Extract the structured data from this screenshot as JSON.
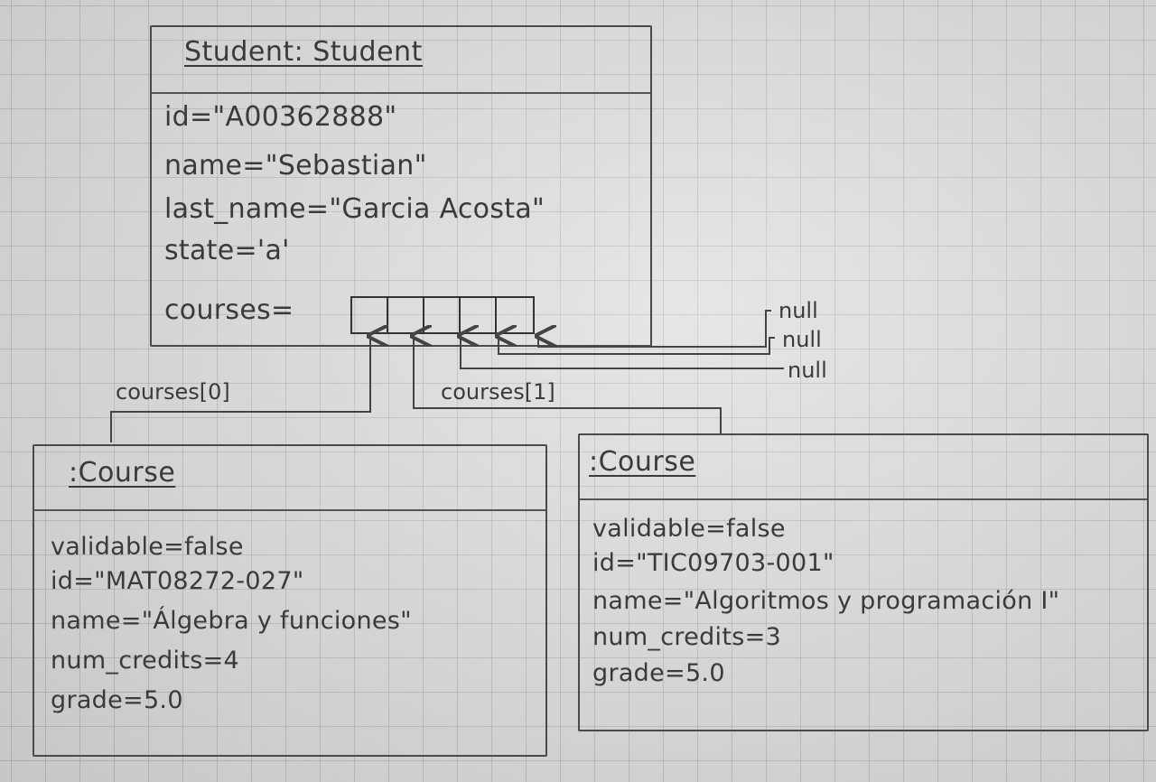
{
  "student": {
    "title": "Student: Student",
    "attributes": [
      "id=\"A00362888\"",
      "name=\"Sebastian\"",
      "last_name=\"Garcia Acosta\"",
      "state='a'"
    ],
    "courses_label": "courses="
  },
  "links": {
    "courses_0": "courses[0]",
    "courses_1": "courses[1]",
    "null_labels": [
      "null",
      "null",
      "null"
    ]
  },
  "course_left": {
    "title": ":Course",
    "attributes": [
      "validable=false",
      "id=\"MAT08272-027\"",
      "name=\"Álgebra y funciones\"",
      "num_credits=4",
      "grade=5.0"
    ]
  },
  "course_right": {
    "title": ":Course",
    "attributes": [
      "validable=false",
      "id=\"TIC09703-001\"",
      "name=\"Algoritmos y programación I\"",
      "num_credits=3",
      "grade=5.0"
    ]
  }
}
